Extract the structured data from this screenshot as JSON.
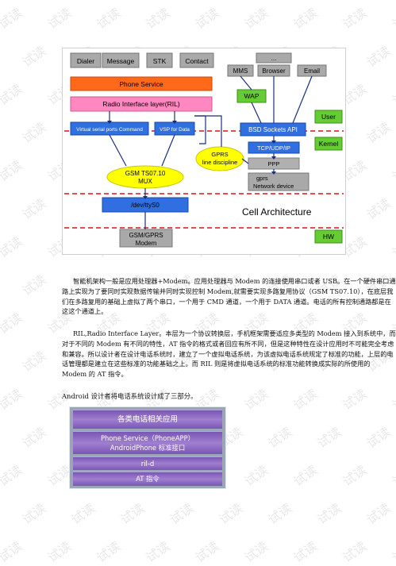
{
  "diagram": {
    "boxes": {
      "dialer": "Dialer",
      "message": "Message",
      "stk": "STK",
      "contact": "Contact",
      "dots": "...",
      "mms": "MMS",
      "browser": "Browser",
      "email": "Email",
      "wap": "WAP",
      "phone_service": "Phone Service",
      "ril": "Radio Interface layer(RIL)",
      "vsp_command": "Virtual serial ports Command",
      "vsp_data": "VSP for Data",
      "bsd": "BSD Sockets API",
      "tcp": "TCP/UDP/IP",
      "ppp": "PPP",
      "gprs_device_line1": "gprs",
      "gprs_device_line2": "Network device",
      "gprs_disc_line1": "GPRS",
      "gprs_disc_line2": "line discipline",
      "mux_line1": "GSM TS07.10",
      "mux_line2": "MUX",
      "devtty": "/dev/ttyS0",
      "modem_line1": "GSM/GPRS",
      "modem_line2": "Modem",
      "user": "User",
      "kernel": "Kernel",
      "hw": "HW",
      "cell_arch": "Cell Architecture"
    },
    "colors": {
      "gray": "#a9a9a9",
      "orange": "#ff6a1a",
      "pink": "#ff88c0",
      "blue": "#2f6fe0",
      "green": "#66cc33",
      "yellow": "#ffff00",
      "red_dashed": "#e01010"
    }
  },
  "paragraphs": {
    "p1": "智能机架构一般是应用处理器+Modem。应用处理器与 Modem 的连接使用串口或者 USB。在一个硬件串口通路上实现为了要同时实现数据传输并同时实现控制 Modem,就需要实现多路复用协议（GSM TS07.10），在底层我们在多路复用的基础上虚拟了两个串口，一个用于 CMD 通道，一个用于 DATA 通道。电话的所有控制通路都是在这这个通道上。",
    "p2": "RIL,Radio Interface Layer。本层为一个协议转换层，手机框架需要适应多类型的 Modem 接入到系统中，而对于不同的 Modem 有不同的特性，AT 指令的格式或者回应有所不同，但是这种特性在设计应用时不可能完全考虑和兼容。所以设计者在设计电话系统时，建立了一个虚拟电话系统，为该虚拟电话系统规定了标准的功能，上层的电话管理都是建立在这些标准的功能基础之上。而 RIL 则是将虚拟电话系统的标准功能转换成实际的所使用的 Modem 的 AT 指令。",
    "p3": "Android 设计者将电话系统设计成了三部分。"
  },
  "stack": {
    "layer1": "各类电话相关应用",
    "layer2_line1": "Phone Service（PhoneAPP）",
    "layer2_line2": "AndroidPhone 标准接口",
    "layer3": "ril-d",
    "layer4": "AT 指令"
  },
  "watermark": "试读"
}
